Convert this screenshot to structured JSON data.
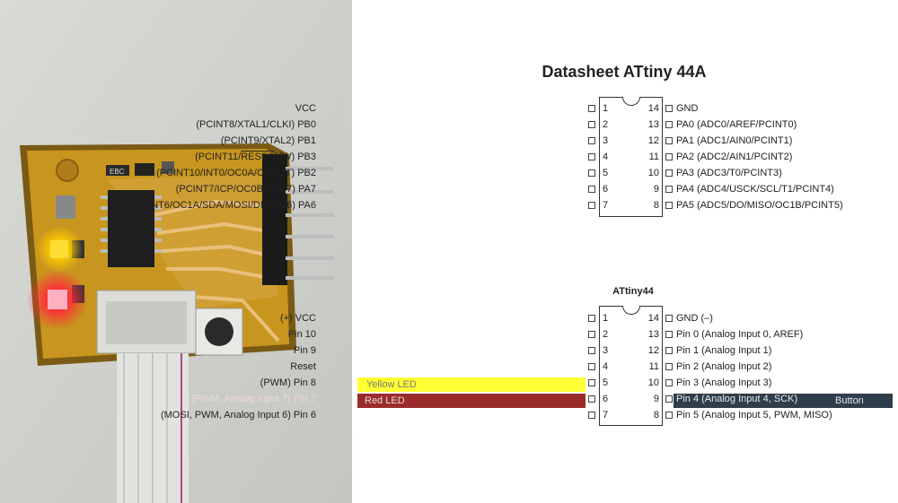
{
  "colors": {
    "yellow_band": "#ffff33",
    "red_band": "#9b2b2b",
    "button_band": "#2f3e4a",
    "board": "#c8961e",
    "led_yellow": "#ffcc00",
    "led_red": "#ff2a3a"
  },
  "photo": {
    "chip_marking": "EBC",
    "alt_icons": [
      "pcb-board",
      "ic-chip",
      "yellow-led",
      "red-led",
      "pin-header",
      "ribbon-cable",
      "push-button"
    ]
  },
  "datasheet_1": {
    "title": "Datasheet ATtiny 44A",
    "left_pins": [
      {
        "num": "1",
        "label": "VCC"
      },
      {
        "num": "2",
        "label": "(PCINT8/XTAL1/CLKI) PB0"
      },
      {
        "num": "3",
        "label": "(PCINT9/XTAL2) PB1"
      },
      {
        "num": "4",
        "label_pre": "(PCINT11/",
        "label_over": "RESET",
        "label_post": "/dW) PB3"
      },
      {
        "num": "5",
        "label": "(PCINT10/INT0/OC0A/CKOUT) PB2"
      },
      {
        "num": "6",
        "label": "(PCINT7/ICP/OC0B/ADC7) PA7"
      },
      {
        "num": "7",
        "label": "(PCINT6/OC1A/SDA/MOSI/DI/ADC6) PA6"
      }
    ],
    "right_pins": [
      {
        "num": "14",
        "label": "GND"
      },
      {
        "num": "13",
        "label": "PA0 (ADC0/AREF/PCINT0)"
      },
      {
        "num": "12",
        "label": "PA1 (ADC1/AIN0/PCINT1)"
      },
      {
        "num": "11",
        "label": "PA2 (ADC2/AIN1/PCINT2)"
      },
      {
        "num": "10",
        "label": "PA3 (ADC3/T0/PCINT3)"
      },
      {
        "num": "9",
        "label": "PA4 (ADC4/USCK/SCL/T1/PCINT4)"
      },
      {
        "num": "8",
        "label": "PA5 (ADC5/DO/MISO/OC1B/PCINT5)"
      }
    ]
  },
  "datasheet_2": {
    "title": "ATtiny44",
    "left_pins": [
      {
        "num": "1",
        "label": "(+) VCC"
      },
      {
        "num": "2",
        "label": "Pin 10"
      },
      {
        "num": "3",
        "label": "Pin 9"
      },
      {
        "num": "4",
        "label": "Reset"
      },
      {
        "num": "5",
        "label": "(PWM) Pin 8"
      },
      {
        "num": "6",
        "label": "(PWM, Analog Input 7) Pin 7"
      },
      {
        "num": "7",
        "label": "(MOSI, PWM, Analog Input 6) Pin 6"
      }
    ],
    "right_pins": [
      {
        "num": "14",
        "label": "GND (–)"
      },
      {
        "num": "13",
        "label": "Pin 0 (Analog Input 0, AREF)"
      },
      {
        "num": "12",
        "label": "Pin 1 (Analog Input 1)"
      },
      {
        "num": "11",
        "label": "Pin 2 (Analog Input 2)"
      },
      {
        "num": "10",
        "label": "Pin 3 (Analog Input 3)"
      },
      {
        "num": "9",
        "label": "Pin 4 (Analog Input 4, SCK)"
      },
      {
        "num": "8",
        "label": "Pin 5 (Analog Input 5, PWM, MISO)"
      }
    ],
    "annotations": {
      "yellow_led": "Yellow LED",
      "red_led": "Red LED",
      "button": "Button"
    }
  }
}
